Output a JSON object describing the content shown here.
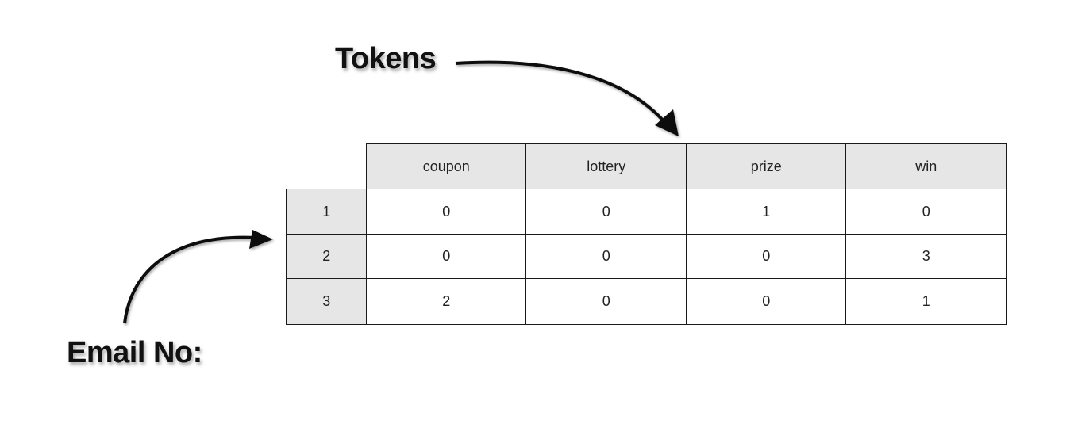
{
  "labels": {
    "tokens": "Tokens",
    "email_no": "Email No:"
  },
  "table": {
    "columns": [
      "coupon",
      "lottery",
      "prize",
      "win"
    ],
    "rows": [
      {
        "id": "1",
        "values": [
          "0",
          "0",
          "1",
          "0"
        ]
      },
      {
        "id": "2",
        "values": [
          "0",
          "0",
          "0",
          "3"
        ]
      },
      {
        "id": "3",
        "values": [
          "2",
          "0",
          "0",
          "1"
        ]
      }
    ]
  },
  "colors": {
    "header_fill": "#e6e6e6",
    "border": "#1a1a1a",
    "text": "#222222"
  }
}
